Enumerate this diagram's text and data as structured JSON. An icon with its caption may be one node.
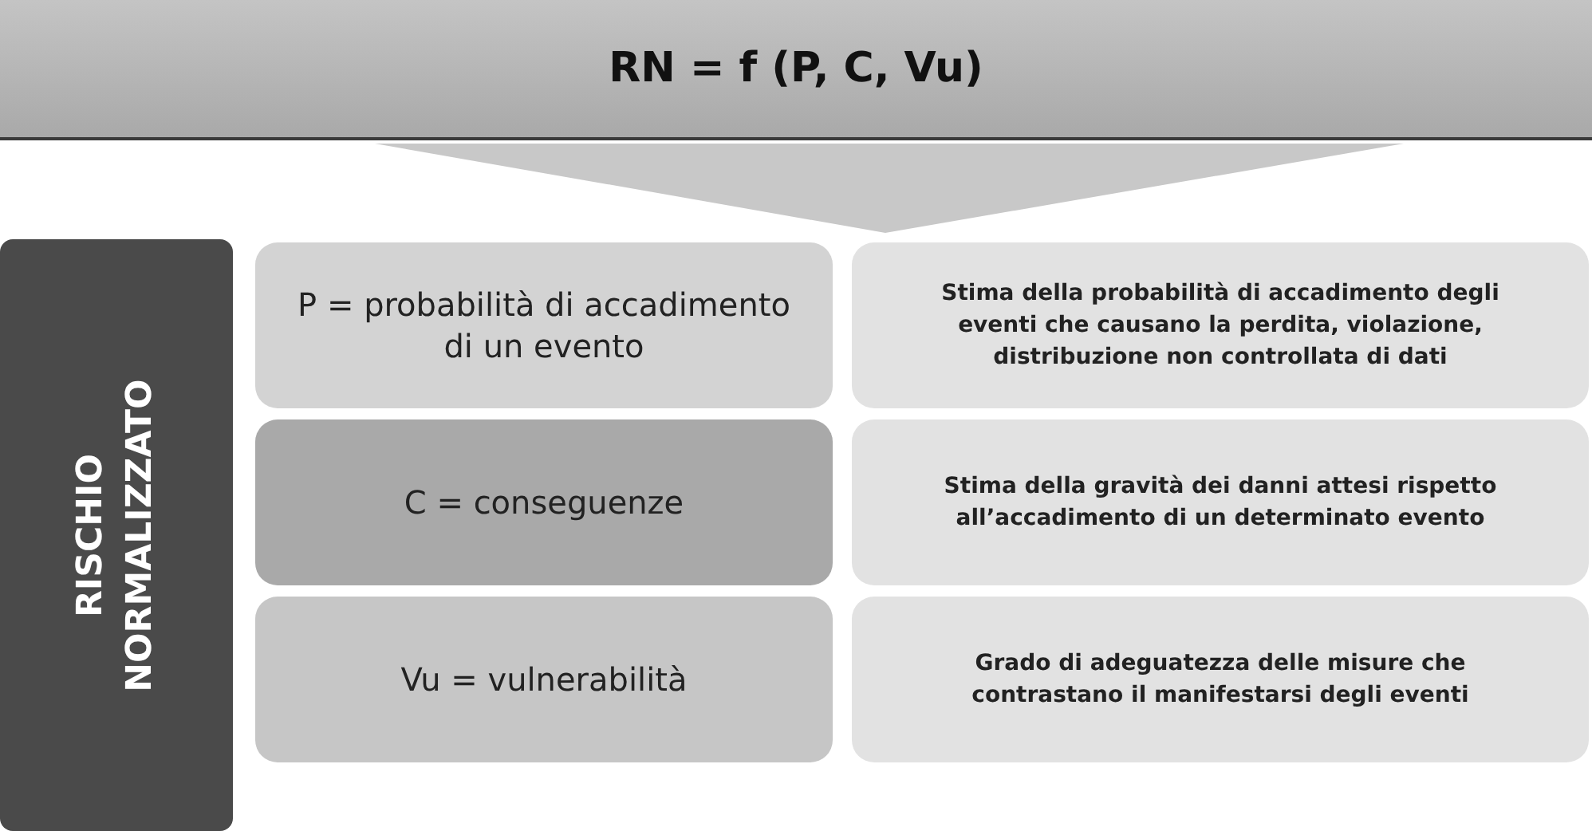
{
  "diagram": {
    "nodes": [
      {
        "text": [
          "RN = f (P, C, Vu)"
        ]
      },
      {
        "text": [],
        "shape": "triangle"
      },
      {
        "text": [
          "RISCHIO NORMALIZZATO"
        ]
      },
      {
        "text": [
          "P = probabilità di accadimento di un evento"
        ]
      },
      {
        "text": [
          "Stima della probabilità di accadimento degli eventi che causano la perdita, violazione, distribuzione non controllata di dati"
        ]
      },
      {
        "text": [
          "C = conseguenze"
        ]
      },
      {
        "text": [
          "Stima della gravità dei danni attesi rispetto all’accadimento di un determinato evento"
        ]
      },
      {
        "text": [
          "Vu = vulnerabilità"
        ]
      },
      {
        "text": [
          "Grado di adeguatezza delle misure che contrastano il manifestarsi degli eventi"
        ]
      }
    ]
  }
}
